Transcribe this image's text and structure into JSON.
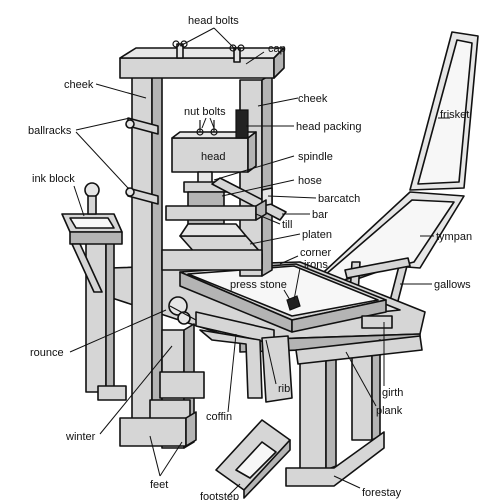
{
  "labels": {
    "head_bolts": "head bolts",
    "cap": "cap",
    "cheek_left": "cheek",
    "cheek_right": "cheek",
    "nut_bolts": "nut bolts",
    "head_packing": "head packing",
    "ballracks": "ballracks",
    "head": "head",
    "spindle": "spindle",
    "ink_block": "ink block",
    "hose": "hose",
    "barcatch": "barcatch",
    "bar": "bar",
    "till": "till",
    "platen": "platen",
    "corner_irons": "corner\nirons",
    "press_stone": "press stone",
    "frisket": "frisket",
    "tympan": "tympan",
    "gallows": "gallows",
    "rounce": "rounce",
    "rib": "rib",
    "girth": "girth",
    "plank": "plank",
    "winter": "winter",
    "coffin": "coffin",
    "feet": "feet",
    "footstep": "footstep",
    "forestay": "forestay"
  }
}
